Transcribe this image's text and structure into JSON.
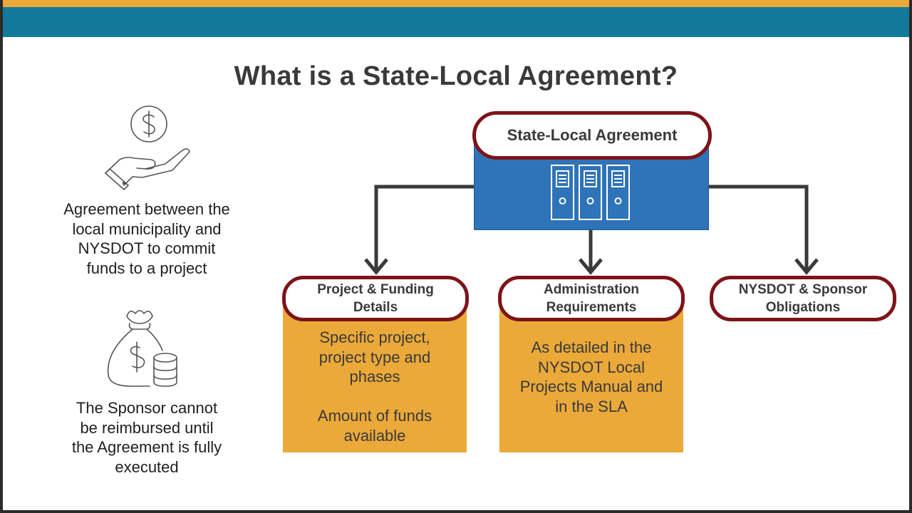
{
  "title": "What is a State-Local Agreement?",
  "left": {
    "agreement_text": "Agreement between the\nlocal municipality and\nNYSDOT to commit\nfunds to a project",
    "sponsor_text": "The Sponsor cannot\nbe reimbursed until\nthe Agreement is fully\nexecuted",
    "icons": [
      "hand-dollar-icon",
      "money-bag-icon"
    ]
  },
  "diagram": {
    "root_label": "State-Local Agreement",
    "root_icon": "binders-icon",
    "children": [
      {
        "label": "Project & Funding\nDetails",
        "body": "Specific project,\nproject type and\nphases\n\nAmount of funds\navailable"
      },
      {
        "label": "Administration\nRequirements",
        "body": "As detailed in the\nNYSDOT Local\nProjects Manual and\nin the SLA"
      },
      {
        "label": "NYSDOT & Sponsor\nObligations",
        "body": ""
      }
    ]
  },
  "colors": {
    "orange": "#eba93a",
    "teal": "#12799a",
    "maroon": "#7d1418",
    "blue": "#2f73b8",
    "connector": "#3a3a3a"
  }
}
